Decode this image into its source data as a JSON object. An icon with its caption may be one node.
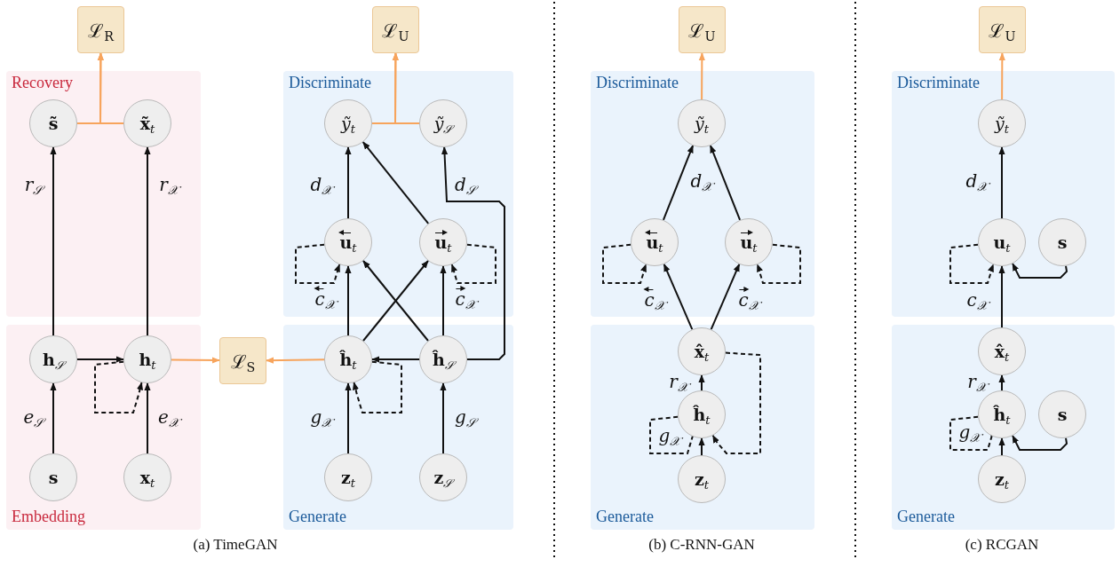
{
  "diagram": {
    "nodes": [
      {
        "text": [
          "ℒ$_{R}$"
        ]
      },
      {
        "text": [
          "ℒ$_{U}$"
        ]
      },
      {
        "text": [
          "ℒ$_{U}$"
        ]
      },
      {
        "text": [
          "ℒ$_{U}$"
        ]
      },
      {
        "text": [
          "Recovery"
        ]
      },
      {
        "text": [
          "s̃"
        ],
        "in": 4
      },
      {
        "text": [
          "x̃$_{t}$"
        ],
        "in": 4
      },
      {
        "text": [
          "Discriminate"
        ]
      },
      {
        "text": [
          "*ỹ*$_{t}$"
        ],
        "in": 7
      },
      {
        "text": [
          "*ỹ*$_{𝒮}$"
        ],
        "in": 7
      },
      {
        "text": [
          "u⃖$_{t}$"
        ],
        "in": 7
      },
      {
        "text": [
          "u⃗$_{t}$"
        ],
        "in": 7
      },
      {
        "text": [
          "Discriminate"
        ]
      },
      {
        "text": [
          "*ỹ*$_{t}$"
        ],
        "in": 12
      },
      {
        "text": [
          "u⃖$_{t}$"
        ],
        "in": 12
      },
      {
        "text": [
          "u⃗$_{t}$"
        ],
        "in": 12
      },
      {
        "text": [
          "Discriminate"
        ]
      },
      {
        "text": [
          "*ỹ*$_{t}$"
        ],
        "in": 16
      },
      {
        "text": [
          "u$_{t}$"
        ],
        "in": 16
      },
      {
        "text": [
          "s"
        ],
        "in": 16
      },
      {
        "text": [
          "Embedding"
        ]
      },
      {
        "text": [
          "h$_{𝒮}$"
        ],
        "in": 20
      },
      {
        "text": [
          "h$_{t}$"
        ],
        "in": 20
      },
      {
        "text": [
          "s"
        ],
        "in": 20
      },
      {
        "text": [
          "x$_{t}$"
        ],
        "in": 20
      },
      {
        "text": [
          "ℒ$_{S}$"
        ]
      },
      {
        "text": [
          "Generate"
        ]
      },
      {
        "text": [
          "ĥ$_{t}$"
        ],
        "in": 26
      },
      {
        "text": [
          "ĥ$_{𝒮}$"
        ],
        "in": 26
      },
      {
        "text": [
          "z$_{t}$"
        ],
        "in": 26
      },
      {
        "text": [
          "z$_{𝒮}$"
        ],
        "in": 26
      },
      {
        "text": [
          "Generate"
        ]
      },
      {
        "text": [
          "x̂$_{t}$"
        ],
        "in": 31
      },
      {
        "text": [
          "ĥ$_{t}$"
        ],
        "in": 31
      },
      {
        "text": [
          "z$_{t}$"
        ],
        "in": 31
      },
      {
        "text": [
          "Generate"
        ]
      },
      {
        "text": [
          "x̂$_{t}$"
        ],
        "in": 35
      },
      {
        "text": [
          "ĥ$_{t}$"
        ],
        "in": 35
      },
      {
        "text": [
          "s"
        ],
        "in": 35
      },
      {
        "text": [
          "z$_{t}$"
        ],
        "in": 35
      }
    ],
    "edges": [
      {
        "from": 5,
        "to": 0,
        "arrow": "to",
        "color": "#f7a45c"
      },
      {
        "from": 6,
        "to": 0,
        "arrow": "to",
        "color": "#f7a45c"
      },
      {
        "from": 8,
        "to": 1,
        "arrow": "to",
        "color": "#f7a45c"
      },
      {
        "from": 9,
        "to": 1,
        "arrow": "to",
        "color": "#f7a45c"
      },
      {
        "from": 13,
        "to": 2,
        "arrow": "to",
        "color": "#f7a45c"
      },
      {
        "from": 17,
        "to": 3,
        "arrow": "to",
        "color": "#f7a45c"
      },
      {
        "from": 21,
        "to": 5,
        "arrow": "to",
        "label": "r$_{𝒮}$"
      },
      {
        "from": 22,
        "to": 6,
        "arrow": "to",
        "label": "r$_{𝒳}$"
      },
      {
        "from": 23,
        "to": 21,
        "arrow": "to",
        "label": "e$_{𝒮}$"
      },
      {
        "from": 24,
        "to": 22,
        "arrow": "to",
        "label": "e$_{𝒳}$"
      },
      {
        "from": 21,
        "to": 22,
        "arrow": "to"
      },
      {
        "from": 22,
        "to": 22,
        "arrow": "to",
        "style": "dashed"
      },
      {
        "from": 22,
        "to": 25,
        "arrow": "to",
        "color": "#f7a45c"
      },
      {
        "from": 27,
        "to": 25,
        "arrow": "to",
        "color": "#f7a45c"
      },
      {
        "from": 29,
        "to": 27,
        "arrow": "to",
        "label": "g$_{𝒳}$"
      },
      {
        "from": 30,
        "to": 28,
        "arrow": "to",
        "label": "g$_{𝒮}$"
      },
      {
        "from": 28,
        "to": 27,
        "arrow": "to"
      },
      {
        "from": 27,
        "to": 27,
        "arrow": "to",
        "style": "dashed"
      },
      {
        "from": 27,
        "to": 10,
        "arrow": "to",
        "label": "c⃖$_{𝒳}$"
      },
      {
        "from": 27,
        "to": 11,
        "arrow": "to"
      },
      {
        "from": 28,
        "to": 10,
        "arrow": "to"
      },
      {
        "from": 28,
        "to": 11,
        "arrow": "to",
        "label": "c⃗$_{𝒳}$"
      },
      {
        "from": 10,
        "to": 10,
        "arrow": "to",
        "style": "dashed"
      },
      {
        "from": 11,
        "to": 11,
        "arrow": "to",
        "style": "dashed"
      },
      {
        "from": 10,
        "to": 8,
        "arrow": "to",
        "label": "d$_{𝒳}$"
      },
      {
        "from": 11,
        "to": 8,
        "arrow": "to"
      },
      {
        "from": 28,
        "to": 9,
        "arrow": "to",
        "label": "d$_{𝒮}$"
      },
      {
        "from": 34,
        "to": 33,
        "arrow": "to",
        "label": "g$_{𝒳}$"
      },
      {
        "from": 33,
        "to": 33,
        "arrow": "to",
        "style": "dashed"
      },
      {
        "from": 33,
        "to": 32,
        "arrow": "to",
        "label": "r$_{𝒳}$"
      },
      {
        "from": 32,
        "to": 33,
        "arrow": "to",
        "style": "dashed"
      },
      {
        "from": 32,
        "to": 14,
        "arrow": "to",
        "label": "c⃖$_{𝒳}$"
      },
      {
        "from": 32,
        "to": 15,
        "arrow": "to",
        "label": "c⃗$_{𝒳}$"
      },
      {
        "from": 14,
        "to": 14,
        "arrow": "to",
        "style": "dashed"
      },
      {
        "from": 15,
        "to": 15,
        "arrow": "to",
        "style": "dashed"
      },
      {
        "from": 14,
        "to": 13,
        "arrow": "to",
        "label": "d$_{𝒳}$"
      },
      {
        "from": 15,
        "to": 13,
        "arrow": "to"
      },
      {
        "from": 39,
        "to": 37,
        "arrow": "to",
        "label": "g$_{𝒳}$"
      },
      {
        "from": 37,
        "to": 37,
        "arrow": "to",
        "style": "dashed"
      },
      {
        "from": 38,
        "to": 37,
        "arrow": "to"
      },
      {
        "from": 37,
        "to": 36,
        "arrow": "to",
        "label": "r$_{𝒳}$"
      },
      {
        "from": 36,
        "to": 18,
        "arrow": "to",
        "label": "c$_{𝒳}$"
      },
      {
        "from": 18,
        "to": 18,
        "arrow": "to",
        "style": "dashed"
      },
      {
        "from": 19,
        "to": 18,
        "arrow": "to"
      },
      {
        "from": 18,
        "to": 17,
        "arrow": "to",
        "label": "d$_{𝒳}$"
      }
    ],
    "labels": [
      "(a) TimeGAN",
      "(b) C-RNN-GAN",
      "(c) RCGAN"
    ]
  }
}
